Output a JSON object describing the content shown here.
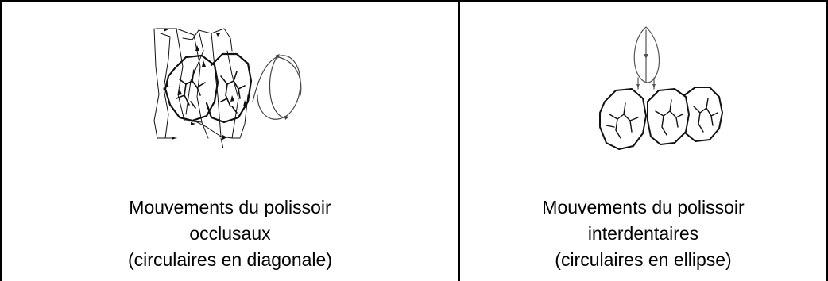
{
  "panels": [
    {
      "caption_line1": "Mouvements du polissoir",
      "caption_line2": "occlusaux",
      "caption_line3": "(circulaires en diagonale)",
      "figure_icon": "occlusal-polishing-motion-diagram"
    },
    {
      "caption_line1": "Mouvements du polissoir",
      "caption_line2": "interdentaires",
      "caption_line3": "(circulaires en ellipse)",
      "figure_icon": "interdental-polishing-motion-diagram"
    }
  ],
  "colors": {
    "border": "#000000",
    "ink": "#111111",
    "thin_ink": "#444444"
  }
}
